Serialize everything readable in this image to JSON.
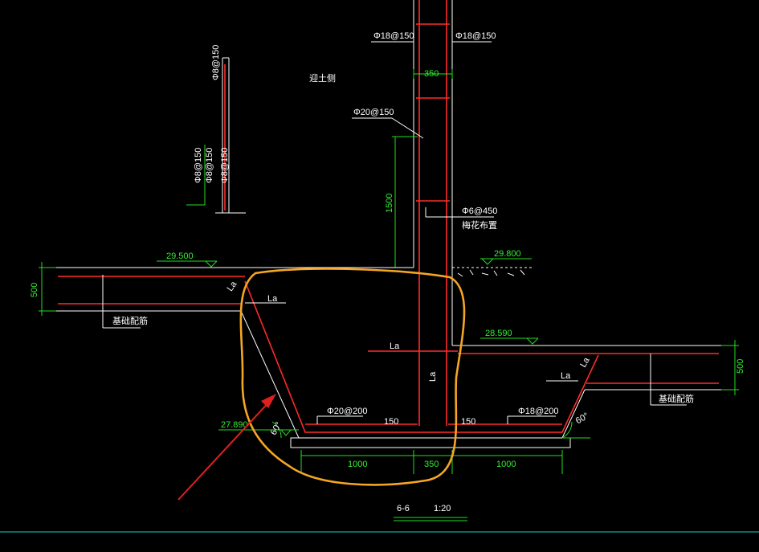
{
  "drawing": {
    "section_title": "6-6",
    "section_scale": "1:20",
    "background_color": "#000000",
    "line_colors": {
      "outline": "#ffffff",
      "rebar": "#ff2a2a",
      "dimension": "#22dd22",
      "highlight": "#f5a623",
      "arrow": "#e02020"
    }
  },
  "elevations": {
    "left_top": "29.500",
    "right_top": "29.800",
    "right_slab": "28.590",
    "pit_bottom": "27.890"
  },
  "rebar_labels": {
    "wall_left": "Φ18@150",
    "wall_right": "Φ18@150",
    "wall_vertical": "Φ20@150",
    "wall_tie": "Φ6@450",
    "wall_tie_note": "梅花布置",
    "pit_bottom_left": "Φ20@200",
    "pit_bottom_right": "Φ18@200"
  },
  "dimensions": {
    "wall_thickness_top": "350",
    "wall_vertical_length": "1500",
    "slab_left_thickness": "500",
    "slab_right_thickness": "500",
    "bottom_left": "1000",
    "bottom_mid": "350",
    "bottom_right": "1000",
    "offset_left": "150",
    "offset_right": "150"
  },
  "anchorage_labels": [
    "La",
    "La",
    "La",
    "La",
    "La",
    "La"
  ],
  "angles": {
    "left": "60°",
    "right": "60°"
  },
  "notes": {
    "soil_side": "迎土侧",
    "left_slab_ref": "基础配筋",
    "right_slab_ref": "基础配筋"
  },
  "detail": {
    "bars": [
      "Φ8@150",
      "Φ8@150",
      "Φ8@150",
      "Φ8@150"
    ]
  }
}
